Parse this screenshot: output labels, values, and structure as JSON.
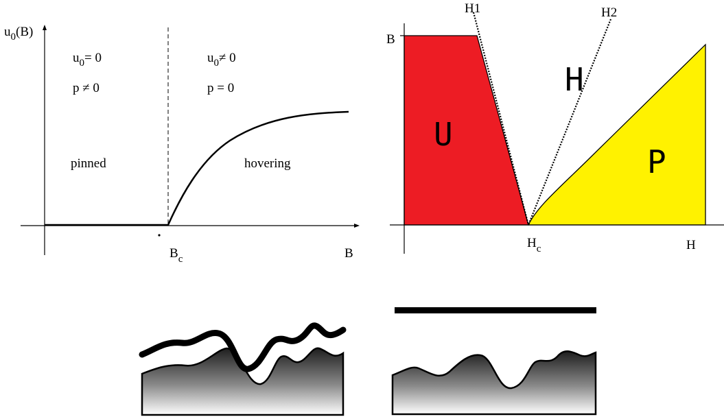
{
  "left_plot": {
    "y_axis_label": "u",
    "y_axis_label_sub": "0",
    "y_axis_label_tail": "(B)",
    "x_axis_label": "B",
    "critical_label": "B",
    "critical_label_sub": "c",
    "region_left": {
      "cond1_a": "u",
      "cond1_sub": "0",
      "cond1_b": "= 0",
      "cond2": "p  ≠ 0",
      "name": "pinned"
    },
    "region_right": {
      "cond1_a": "u",
      "cond1_sub": "0",
      "cond1_b": "≠ 0",
      "cond2": "p  = 0",
      "name": "hovering"
    }
  },
  "right_plot": {
    "y_axis_label": "B",
    "x_axis_label": "H",
    "critical_label": "H",
    "critical_label_sub": "c",
    "line1_label": "H1",
    "line2_label": "H2",
    "region_u": "U",
    "region_h": "H",
    "region_p": "P",
    "colors": {
      "u_region": "#ed1c24",
      "p_region": "#fff200"
    }
  },
  "colors": {
    "ink": "#000000",
    "ground_dark": "#222222",
    "ground_light": "#ffffff"
  }
}
